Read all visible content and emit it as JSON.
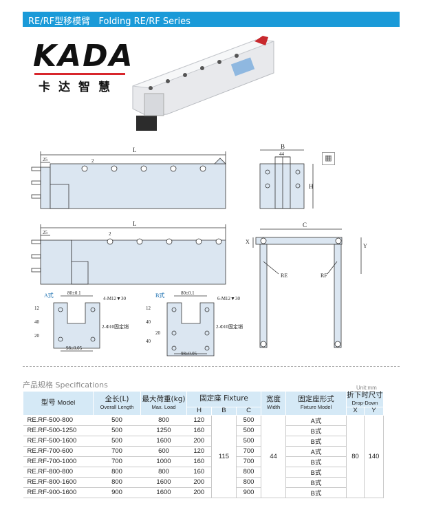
{
  "header": {
    "title": "RE/RF型移模臂   Folding RE/RF Series"
  },
  "logo": {
    "word": "KADA",
    "cn": "卡达智慧"
  },
  "drawing": {
    "top_L": "L",
    "side_B": "B",
    "side_44": "44",
    "side_H": "H",
    "dim_25": "25",
    "dim_2": "2",
    "bot_L": "L",
    "bot_25": "25",
    "bot_2": "2",
    "fold_C": "C",
    "fold_X": "X",
    "fold_Y": "Y",
    "fold_RE": "RE",
    "fold_RF": "RF",
    "A_label": "A式",
    "A_80": "80±0.1",
    "A_m12": "4-M12▼30",
    "A_12": "12",
    "A_40": "40",
    "A_20": "20",
    "A_pin": "2-Φ10固定销",
    "A_98": "98±0.05",
    "B_label": "B式",
    "B_80": "80±0.1",
    "B_m12": "6-M12▼30",
    "B_12": "12",
    "B_40a": "40",
    "B_20": "20",
    "B_40b": "40",
    "B_pin": "2-Φ10固定销",
    "B_98": "98±0.05"
  },
  "specs": {
    "title": "产品规格  Specifications",
    "unit": "Unit:mm",
    "headers": {
      "model": "型号",
      "model_en": "Model",
      "length": "全长(L)",
      "length_en": "Overall Length",
      "load": "最大荷重(kg)",
      "load_en": "Max. Load",
      "fixture": "固定座 Fixture",
      "h": "H",
      "b": "B",
      "c": "C",
      "width": "宽度",
      "width_en": "Width",
      "fixmodel": "固定座形式",
      "fixmodel_en": "Fixture Model",
      "drop": "折下时尺寸",
      "drop_en": "Drop-Down",
      "x": "X",
      "y": "Y"
    },
    "rows": [
      {
        "model": "RE.RF-500-800",
        "length": "500",
        "load": "800",
        "h": "120",
        "c": "500",
        "type": "A式"
      },
      {
        "model": "RE.RF-500-1250",
        "length": "500",
        "load": "1250",
        "h": "160",
        "c": "500",
        "type": "B式"
      },
      {
        "model": "RE.RF-500-1600",
        "length": "500",
        "load": "1600",
        "h": "200",
        "c": "500",
        "type": "B式"
      },
      {
        "model": "RE.RF-700-600",
        "length": "700",
        "load": "600",
        "h": "120",
        "c": "700",
        "type": "A式"
      },
      {
        "model": "RE.RF-700-1000",
        "length": "700",
        "load": "1000",
        "h": "160",
        "c": "700",
        "type": "B式"
      },
      {
        "model": "RE.RF-800-800",
        "length": "800",
        "load": "800",
        "h": "160",
        "c": "800",
        "type": "B式"
      },
      {
        "model": "RE.RF-800-1600",
        "length": "800",
        "load": "1600",
        "h": "200",
        "c": "800",
        "type": "B式"
      },
      {
        "model": "RE.RF-900-1600",
        "length": "900",
        "load": "1600",
        "h": "200",
        "c": "900",
        "type": "B式"
      }
    ],
    "merged": {
      "b": "115",
      "width": "44",
      "x": "80",
      "y": "140"
    }
  }
}
